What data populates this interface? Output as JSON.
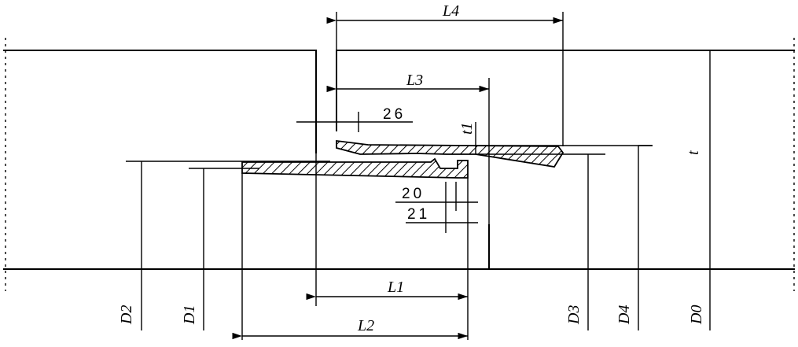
{
  "labels": {
    "L4": "L4",
    "L3": "L3",
    "L1": "L1",
    "L2": "L2",
    "t1": "t1",
    "t": "t",
    "D2": "D2",
    "D1": "D1",
    "D3": "D3",
    "D4": "D4",
    "D0": "D0"
  },
  "callouts": {
    "c26": "26",
    "c20": "20",
    "c21": "21"
  }
}
